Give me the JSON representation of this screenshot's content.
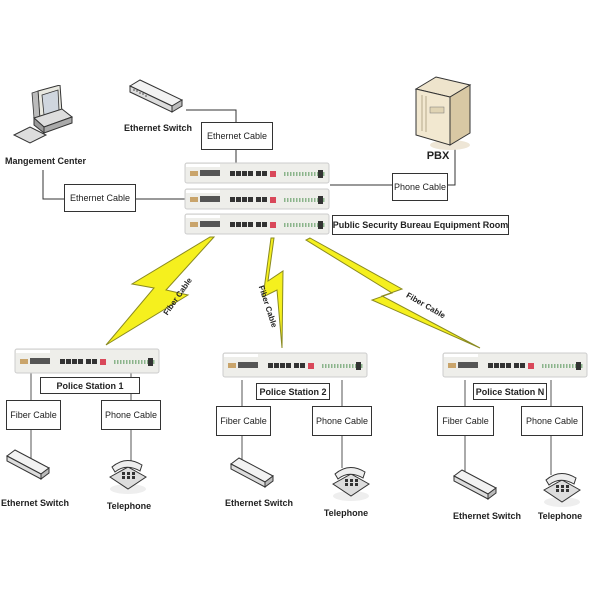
{
  "diagram": {
    "central": {
      "room_label": "Public Security Bureau Equipment Room",
      "device_count": 3
    },
    "top_nodes": {
      "management_center": {
        "label": "Mangement Center",
        "icon": "computer-icon"
      },
      "ethernet_switch": {
        "label": "Ethernet Switch",
        "icon": "switch-icon"
      },
      "pbx": {
        "label": "PBX",
        "icon": "server-tower-icon"
      }
    },
    "top_links": {
      "mgmt_cable": "Ethernet Cable",
      "switch_cable": "Ethernet Cable",
      "pbx_cable": "Phone Cable"
    },
    "fiber_links": [
      "Fiber Cable",
      "Fiber Cable",
      "Fiber Cable"
    ],
    "stations": [
      {
        "name": "Police Station 1",
        "left_cable": "Fiber Cable",
        "right_cable": "Phone Cable",
        "left_device": "Ethernet Switch",
        "right_device": "Telephone"
      },
      {
        "name": "Police Station 2",
        "left_cable": "Fiber Cable",
        "right_cable": "Phone Cable",
        "left_device": "Ethernet Switch",
        "right_device": "Telephone"
      },
      {
        "name": "Police Station N",
        "left_cable": "Fiber Cable",
        "right_cable": "Phone Cable",
        "left_device": "Ethernet Switch",
        "right_device": "Telephone"
      }
    ],
    "colors": {
      "lightning_fill": "#f5f01e",
      "lightning_stroke": "#8a8a20",
      "line": "#333333",
      "device_body": "#eeeeea"
    }
  }
}
